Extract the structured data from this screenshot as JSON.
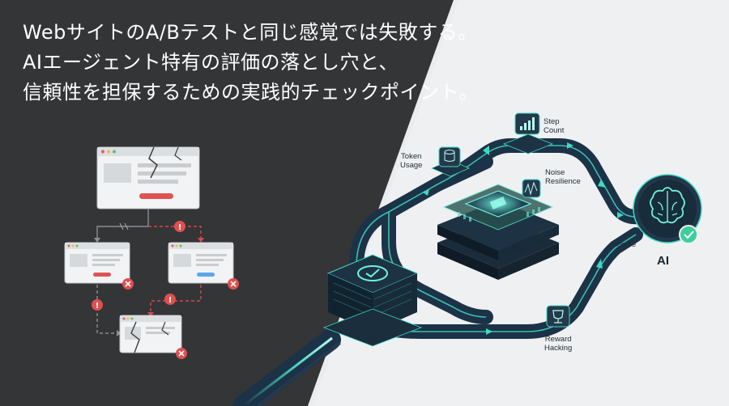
{
  "headline": {
    "line1": "WebサイトのA/Bテストと同じ感覚では失敗する。",
    "line2": "AIエージェント特有の評価の落とし穴と、",
    "line3": "信頼性を担保するための実践的チェックポイント。"
  },
  "labels": {
    "step_count": "Step\nCount",
    "token_usage": "Token\nUsage",
    "noise_resilience": "Noise\nResilience",
    "secure": "Secure",
    "reward_hacking": "Reward\nHacking",
    "ai": "AI"
  },
  "colors": {
    "dark_bg": "#333537",
    "light_bg": "#eef0f2",
    "track": "#1c3246",
    "glow": "#46e0c8",
    "alert_red": "#e04f4f",
    "button_blue": "#5aa7ea"
  },
  "icons": [
    "broken-browser-window-icon",
    "warning-icon",
    "error-x-icon",
    "checkmark-icon",
    "database-icon",
    "bar-chart-icon",
    "noise-signal-icon",
    "trophy-icon",
    "brain-icon",
    "chip-icon"
  ]
}
